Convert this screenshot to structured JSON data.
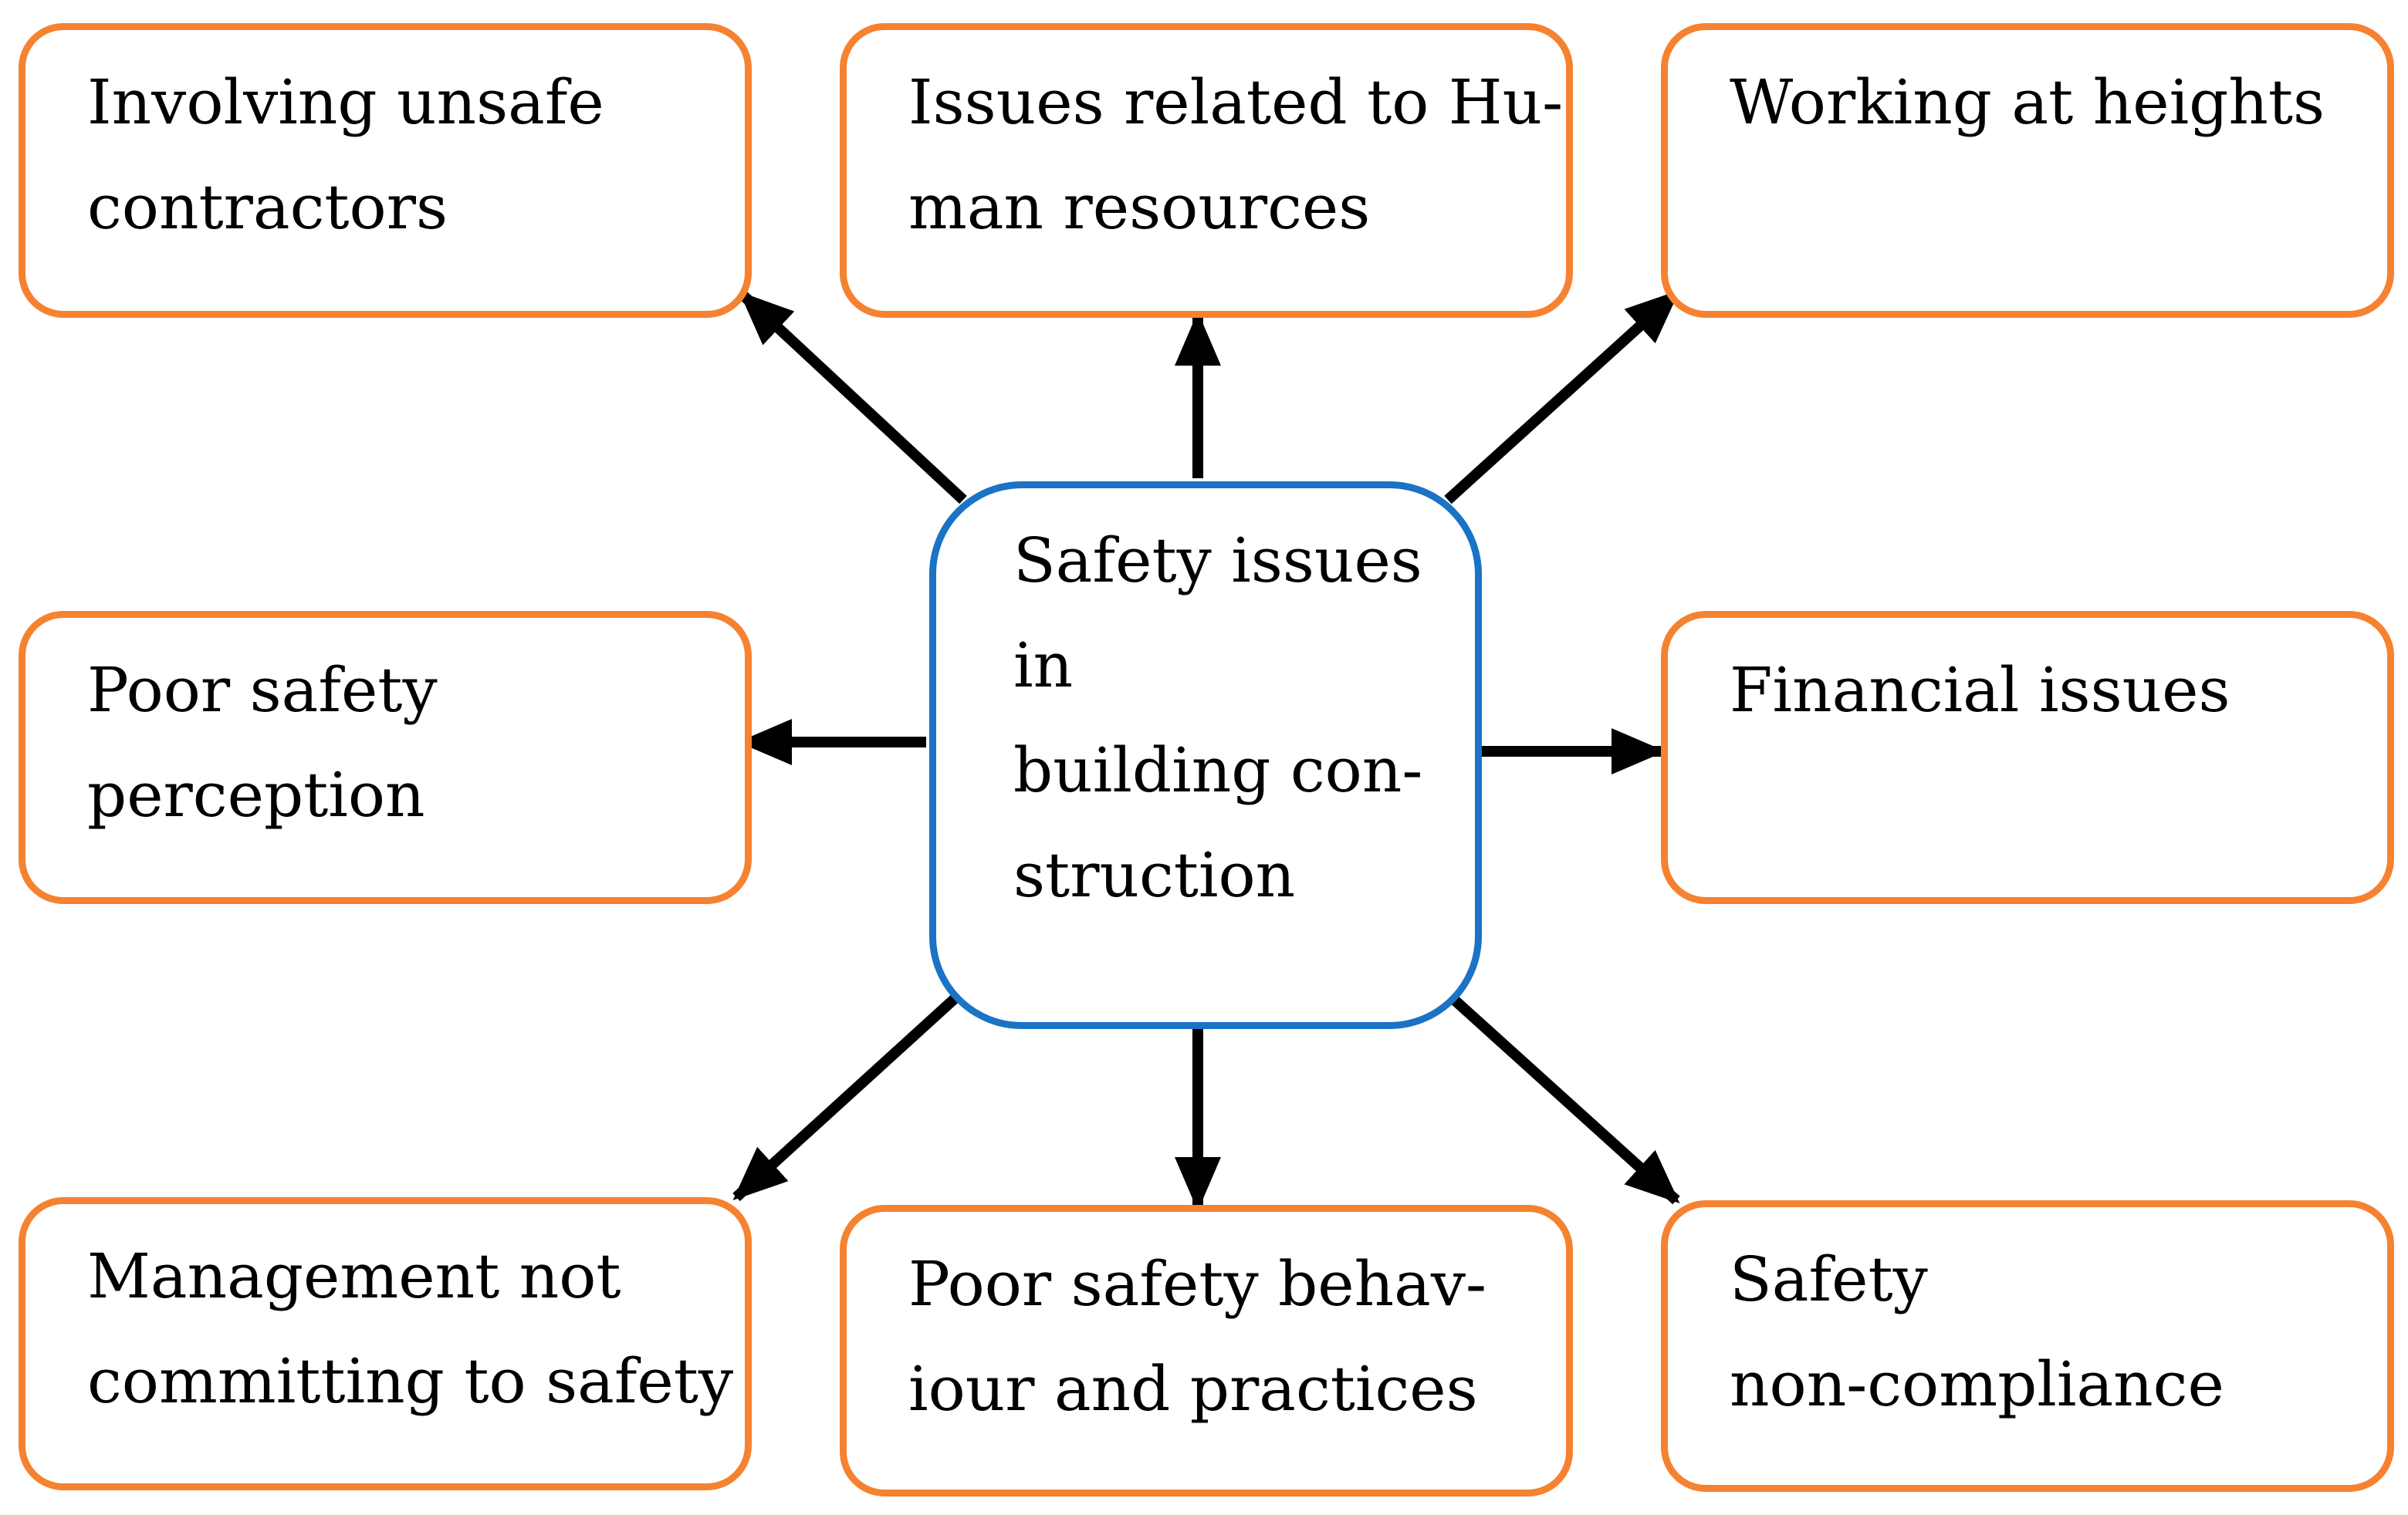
{
  "colors": {
    "outer_border": "#F58231",
    "center_border": "#1A73C5",
    "arrow": "#000000",
    "background": "#FFFFFF"
  },
  "center": {
    "lines": [
      "Safety issues",
      "in",
      "building con-",
      "struction"
    ]
  },
  "nodes": [
    {
      "id": "unsafe-contractors",
      "lines": [
        "Involving unsafe",
        "contractors"
      ]
    },
    {
      "id": "human-resources",
      "lines": [
        "Issues related to Hu-",
        "man resources"
      ]
    },
    {
      "id": "working-at-heights",
      "lines": [
        "Working at heights"
      ]
    },
    {
      "id": "poor-safety-perception",
      "lines": [
        "Poor safety",
        "perception"
      ]
    },
    {
      "id": "financial-issues",
      "lines": [
        "Financial issues"
      ]
    },
    {
      "id": "management-not-committing",
      "lines": [
        "Management not",
        "committing to safety"
      ]
    },
    {
      "id": "poor-safety-behaviour",
      "lines": [
        "Poor safety behav-",
        "iour and practices"
      ]
    },
    {
      "id": "safety-non-compliance",
      "lines": [
        "Safety",
        "non-compliance"
      ]
    }
  ]
}
